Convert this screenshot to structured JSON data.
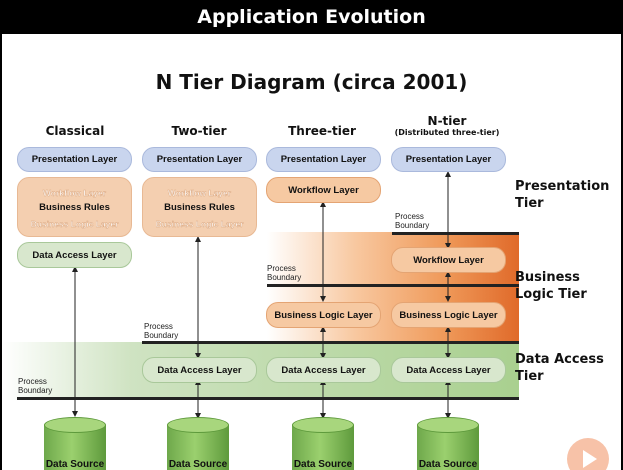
{
  "header": {
    "title": "Application Evolution"
  },
  "diagram": {
    "title": "N Tier Diagram (circa 2001)",
    "columns": [
      {
        "name": "Classical",
        "sub": ""
      },
      {
        "name": "Two-tier",
        "sub": ""
      },
      {
        "name": "Three-tier",
        "sub": ""
      },
      {
        "name": "N-tier",
        "sub": "(Distributed three-tier)"
      }
    ],
    "layers": {
      "presentation": "Presentation Layer",
      "workflow": "Workflow Layer",
      "business_rules": "Business Rules",
      "business_logic": "Business Logic Layer",
      "data_access": "Data Access Layer",
      "data_source": "Data Source"
    },
    "tiers": {
      "presentation": "Presentation Tier",
      "business": "Business Logic Tier",
      "data": "Data Access Tier"
    },
    "process_boundary": "Process Boundary",
    "colors": {
      "presentation": "#c9d5ee",
      "business": "#e06a2a",
      "data": "#a9d08f"
    }
  },
  "controls": {
    "play_icon": "play-icon"
  }
}
